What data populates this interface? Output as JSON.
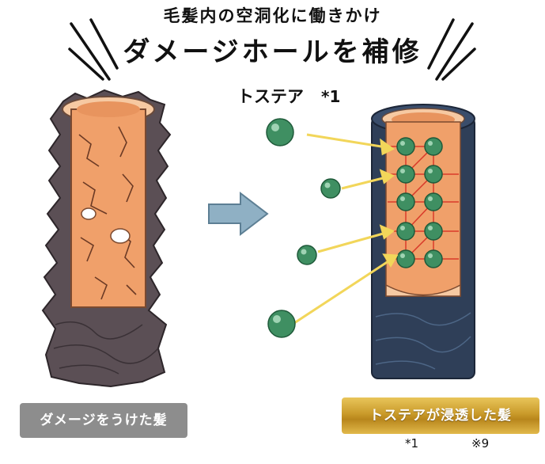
{
  "header": {
    "subtitle": "毛髪内の空洞化に働きかけ",
    "title": "ダメージホールを補修"
  },
  "ingredient": {
    "name": "トステア",
    "note": "*1"
  },
  "labels": {
    "damaged": "ダメージをうけた髪",
    "treated": "トステアが浸透した髪"
  },
  "footnotes": {
    "first": "*1",
    "second": "※9"
  },
  "colors": {
    "damaged_bark": "#5b4f55",
    "hair_core": "#f0a06a",
    "healthy_sheath": "#2f3f58",
    "particle": "#3f8f62",
    "arrow": "#f2d65a",
    "process_arrow": "#8fb0c4",
    "label_gray": "#8d8d8d",
    "label_gold": "#c99a2a"
  }
}
